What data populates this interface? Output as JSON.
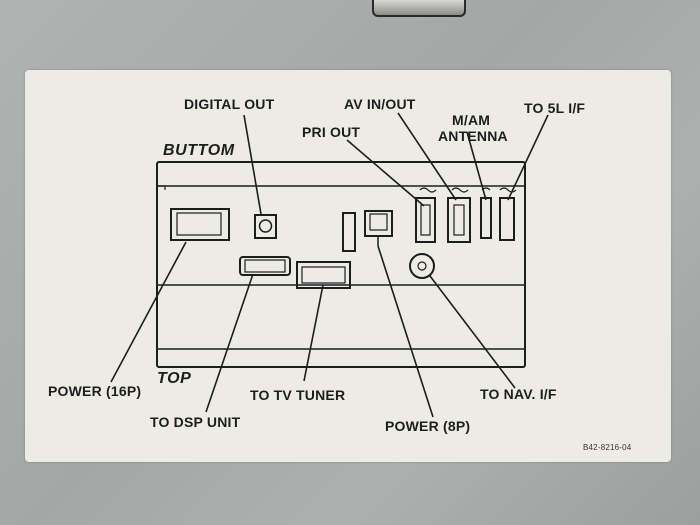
{
  "side_labels": {
    "bottom": "BUTTOM",
    "top": "TOP"
  },
  "connectors": {
    "digital_out": "DIGITAL OUT",
    "av_in_out": "AV IN/OUT",
    "fm_am_antenna_line1": "M/AM",
    "fm_am_antenna_line2": "ANTENNA",
    "to_5l_if": "TO 5L I/F",
    "pri_out": "PRI OUT",
    "power_16p": "POWER (16P)",
    "to_dsp_unit": "TO DSP UNIT",
    "to_tv_tuner": "TO TV TUNER",
    "power_8p": "POWER (8P)",
    "to_nav_if": "TO NAV. I/F"
  },
  "part_number": "B42-8216-04",
  "colors": {
    "label": "#ecebe4",
    "ink": "#1d1d1d",
    "metal": "#a9acab"
  }
}
